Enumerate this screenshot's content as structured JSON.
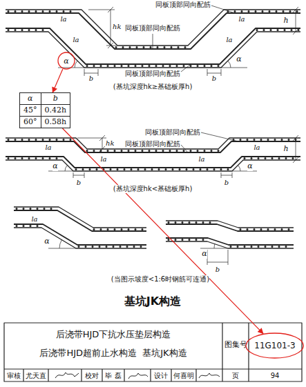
{
  "diagram": {
    "nodes": [
      {
        "text": [
          "α"
        ]
      },
      {
        "text": [
          "α",
          "b",
          "45°",
          "0.42h",
          "60°",
          "0.58h"
        ]
      },
      {
        "text": [
          "11G101-3"
        ]
      }
    ],
    "edges": [
      {
        "from": 0,
        "to": 1,
        "arrow": "to"
      },
      {
        "from": 1,
        "to": 2,
        "arrow": "to"
      }
    ],
    "labels": [
      "同板顶部同向配筋",
      "同板顶部同向配筋",
      "同板顶部同向配筋",
      "hk",
      "h",
      "la",
      "la",
      "la",
      "la",
      "α",
      "b",
      "b",
      "(基坑深度hk≥基础板厚h)",
      "同板顶部同向配筋",
      "同板顶部同向配筋",
      "hk",
      "h",
      "la",
      "la",
      "la",
      "la",
      "α",
      "α",
      "b",
      "b",
      "(基坑深度hk<基础板厚h)",
      "la",
      "α",
      "α",
      "b",
      "(当图示坡度<1:6时钢筋可连通)",
      "基坑JK构造",
      "后浇带HJD下抗水压垫层构造",
      "后浇带HJD超前止水构造  基坑JK构造",
      "图集号",
      "审核",
      "尤天直",
      "校对",
      "毕 磊",
      "设计",
      "何喜明",
      "页",
      "94"
    ]
  }
}
